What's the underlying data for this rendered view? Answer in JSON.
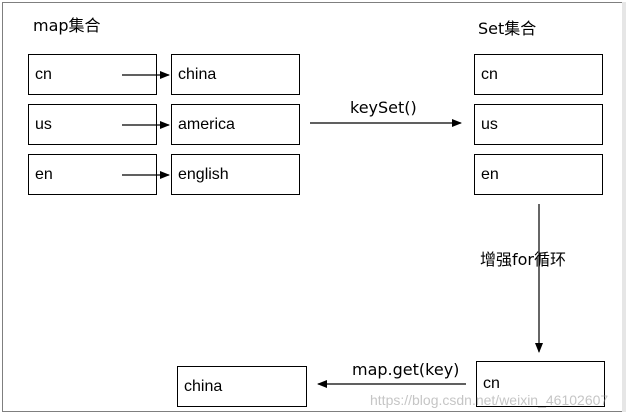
{
  "map_title": "map集合",
  "set_title": "Set集合",
  "map_entries": [
    {
      "key": "cn",
      "value": "china"
    },
    {
      "key": "us",
      "value": "america"
    },
    {
      "key": "en",
      "value": "english"
    }
  ],
  "set_items": [
    "cn",
    "us",
    "en"
  ],
  "keyset_label": "keySet()",
  "enhanced_for_label": "增强for循环",
  "iter_key": "cn",
  "get_label": "map.get(key)",
  "result_value": "china",
  "watermark": "https://blog.csdn.net/weixin_46102607"
}
